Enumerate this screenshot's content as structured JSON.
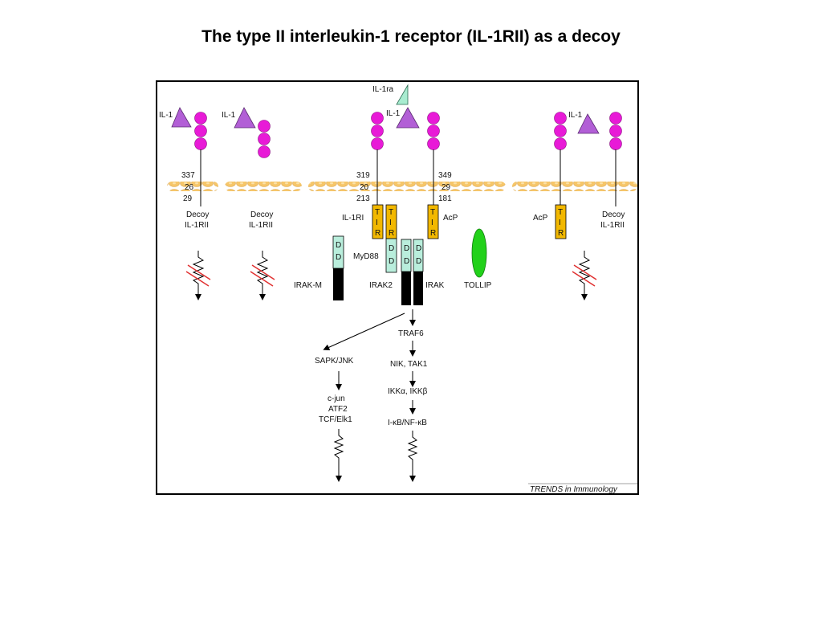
{
  "title": "The type II interleukin-1 receptor (IL-1RII) as a decoy",
  "labels": {
    "il1": "IL-1",
    "il1ra": "IL-1ra",
    "decoy": "Decoy",
    "il1rii": "IL-1RII",
    "il1ri": "IL-1RI",
    "acp": "AcP",
    "myd88": "MyD88",
    "irak_m": "IRAK-M",
    "irak2": "IRAK2",
    "irak": "IRAK",
    "tollip": "TOLLIP",
    "traf6": "TRAF6",
    "nik_tak1": "NIK, TAK1",
    "ikk": "IKKα, IKKβ",
    "ikb_nfkb": "I-κB/NF-κB",
    "sapk_jnk": "SAPK/JNK",
    "c_jun": "c-jun",
    "atf2": "ATF2",
    "tcf_elk1": "TCF/Elk1",
    "tir_t": "T",
    "tir_i": "I",
    "tir_r": "R",
    "dd": "D",
    "credit": "TRENDS in Immunology"
  },
  "numbers": {
    "decoy_337": "337",
    "decoy_26": "26",
    "decoy_29": "29",
    "ri_319": "319",
    "ri_20": "20",
    "ri_213": "213",
    "acp_349": "349",
    "acp_29": "29",
    "acp_181": "181"
  },
  "colors": {
    "il1_triangle": "#b25fd6",
    "il1ra_triangle": "#a8ecd0",
    "ig_domain": "#e81ad7",
    "membrane": "#f6c66a",
    "tir_domain": "#f2b800",
    "death_domain": "#b9eedc",
    "kinase": "#000000",
    "tollip": "#22d11a",
    "block_mark": "#e03030"
  }
}
